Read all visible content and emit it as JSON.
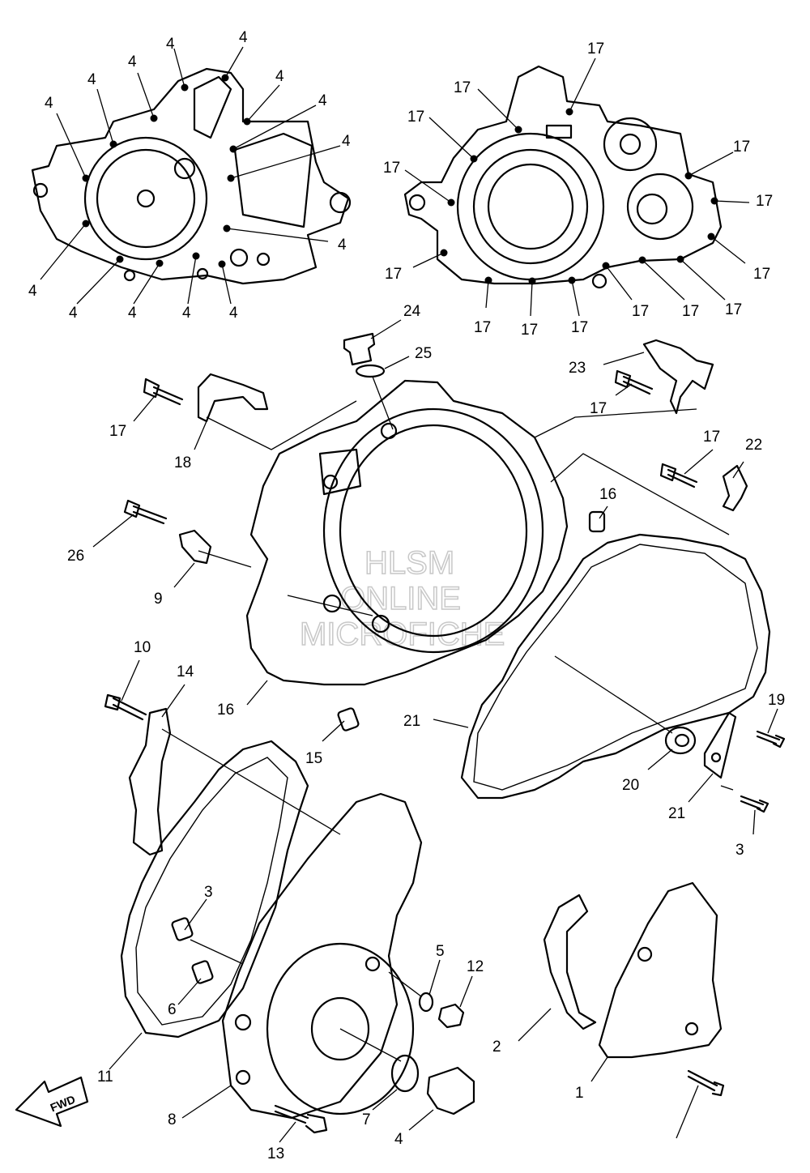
{
  "watermark": [
    "HLSM",
    "ONLINE",
    "MICROFICHE"
  ],
  "fwd_label": "FWD",
  "callouts": [
    {
      "id": "4a",
      "label": "4"
    },
    {
      "id": "4b",
      "label": "4"
    },
    {
      "id": "4c",
      "label": "4"
    },
    {
      "id": "4d",
      "label": "4"
    },
    {
      "id": "4e",
      "label": "4"
    },
    {
      "id": "4f",
      "label": "4"
    },
    {
      "id": "4g",
      "label": "4"
    },
    {
      "id": "4h",
      "label": "4"
    },
    {
      "id": "4i",
      "label": "4"
    },
    {
      "id": "4j",
      "label": "4"
    },
    {
      "id": "4k",
      "label": "4"
    },
    {
      "id": "4l",
      "label": "4"
    },
    {
      "id": "4m",
      "label": "4"
    },
    {
      "id": "4n",
      "label": "4"
    },
    {
      "id": "17a",
      "label": "17"
    },
    {
      "id": "17b",
      "label": "17"
    },
    {
      "id": "17c",
      "label": "17"
    },
    {
      "id": "17d",
      "label": "17"
    },
    {
      "id": "17e",
      "label": "17"
    },
    {
      "id": "17f",
      "label": "17"
    },
    {
      "id": "17g",
      "label": "17"
    },
    {
      "id": "17h",
      "label": "17"
    },
    {
      "id": "17i",
      "label": "17"
    },
    {
      "id": "17j",
      "label": "17"
    },
    {
      "id": "17k",
      "label": "17"
    },
    {
      "id": "17l",
      "label": "17"
    },
    {
      "id": "17m",
      "label": "17"
    },
    {
      "id": "17n",
      "label": "17"
    },
    {
      "id": "17o",
      "label": "17"
    },
    {
      "id": "17p",
      "label": "17"
    },
    {
      "id": "17q",
      "label": "17"
    },
    {
      "id": "24",
      "label": "24"
    },
    {
      "id": "25",
      "label": "25"
    },
    {
      "id": "23",
      "label": "23"
    },
    {
      "id": "18",
      "label": "18"
    },
    {
      "id": "22",
      "label": "22"
    },
    {
      "id": "16a",
      "label": "16"
    },
    {
      "id": "26",
      "label": "26"
    },
    {
      "id": "9",
      "label": "9"
    },
    {
      "id": "10",
      "label": "10"
    },
    {
      "id": "14",
      "label": "14"
    },
    {
      "id": "16b",
      "label": "16"
    },
    {
      "id": "15",
      "label": "15"
    },
    {
      "id": "21a",
      "label": "21"
    },
    {
      "id": "19",
      "label": "19"
    },
    {
      "id": "20",
      "label": "20"
    },
    {
      "id": "21b",
      "label": "21"
    },
    {
      "id": "3a",
      "label": "3"
    },
    {
      "id": "3b",
      "label": "3"
    },
    {
      "id": "6",
      "label": "6"
    },
    {
      "id": "5",
      "label": "5"
    },
    {
      "id": "12",
      "label": "12"
    },
    {
      "id": "2",
      "label": "2"
    },
    {
      "id": "11",
      "label": "11"
    },
    {
      "id": "1",
      "label": "1"
    },
    {
      "id": "8",
      "label": "8"
    },
    {
      "id": "7",
      "label": "7"
    },
    {
      "id": "4o",
      "label": "4"
    },
    {
      "id": "13",
      "label": "13"
    }
  ]
}
